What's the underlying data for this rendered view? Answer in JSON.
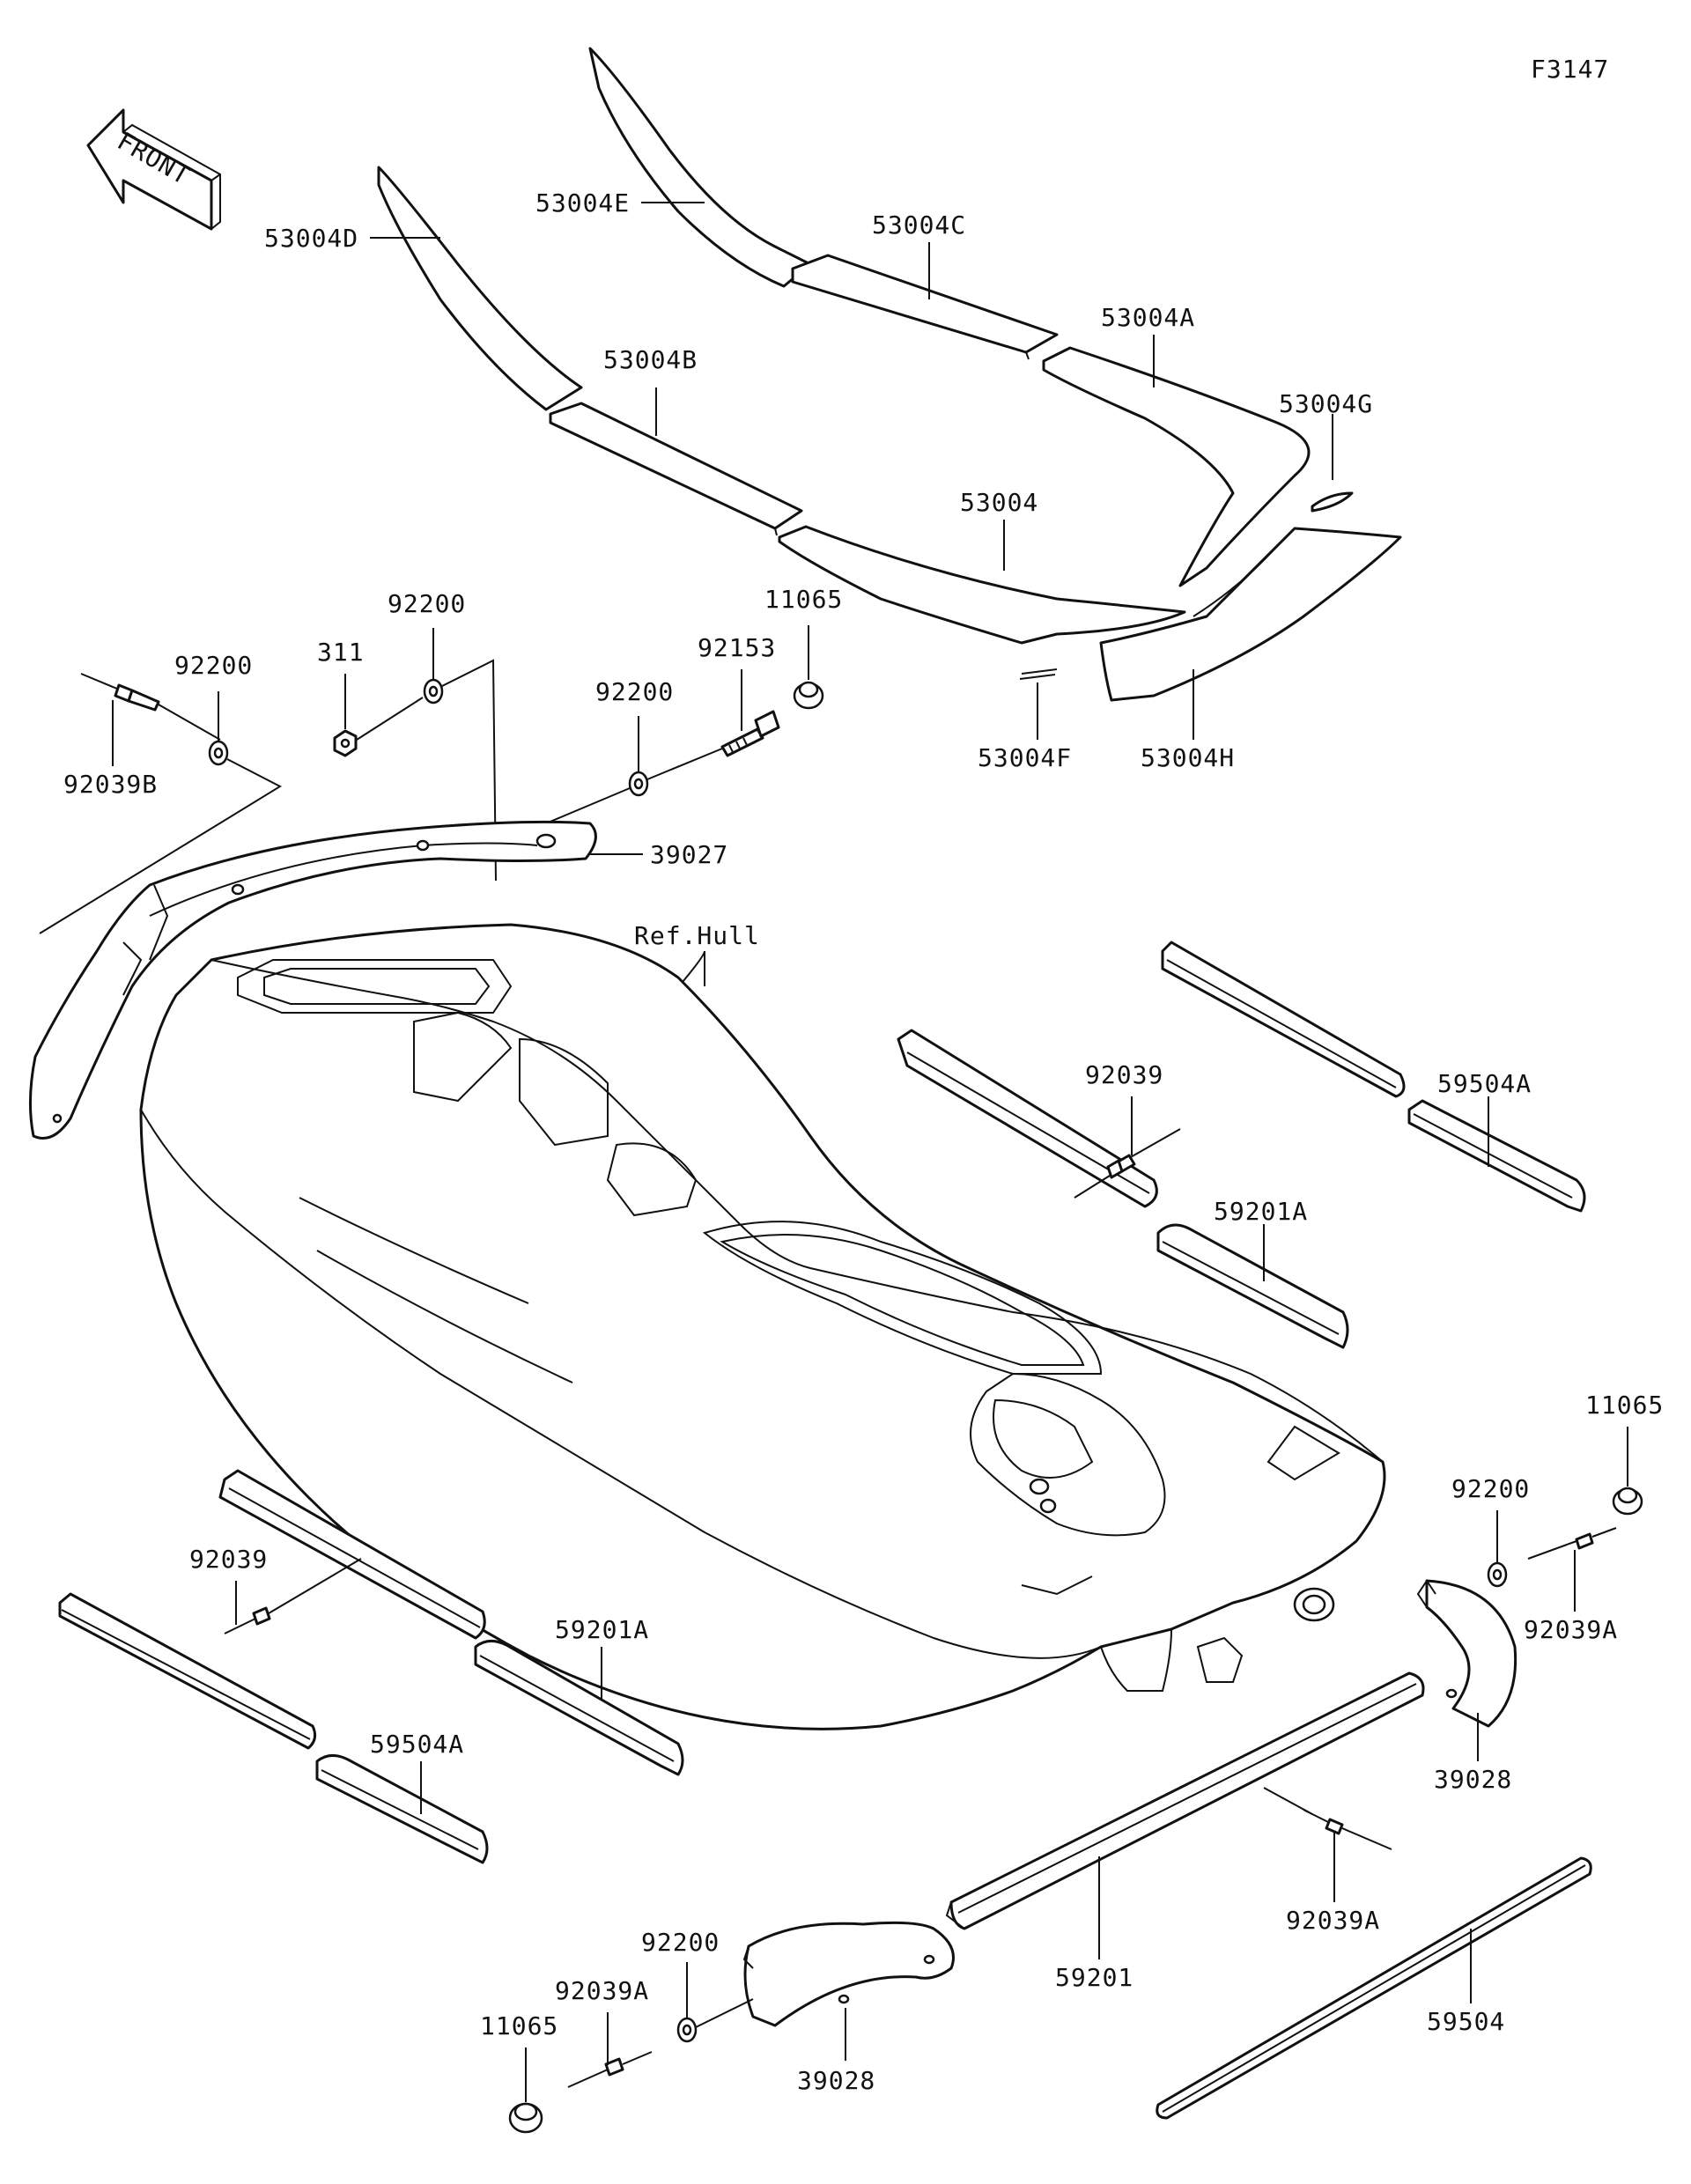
{
  "figure_code": "F3147",
  "front_label": "FRONT",
  "callouts": {
    "c_53004E": "53004E",
    "c_53004D": "53004D",
    "c_53004C": "53004C",
    "c_53004A": "53004A",
    "c_53004B": "53004B",
    "c_53004G": "53004G",
    "c_53004": "53004",
    "c_53004F": "53004F",
    "c_53004H": "53004H",
    "c_11065_top": "11065",
    "c_92153": "92153",
    "c_92200_a": "92200",
    "c_92200_b": "92200",
    "c_92200_c": "92200",
    "c_311": "311",
    "c_92039B": "92039B",
    "c_39027": "39027",
    "c_refhull": "Ref.Hull",
    "c_92039_top": "92039",
    "c_59504A_top": "59504A",
    "c_59201A_top": "59201A",
    "c_11065_right": "11065",
    "c_92200_right": "92200",
    "c_92039A_right": "92039A",
    "c_39028_right": "39028",
    "c_92039_left": "92039",
    "c_59201A_left": "59201A",
    "c_59504A_left": "59504A",
    "c_92039A_mid": "92039A",
    "c_59201": "59201",
    "c_59504": "59504",
    "c_92200_bottom": "92200",
    "c_92039A_bottom": "92039A",
    "c_11065_bottom": "11065",
    "c_39028_bottom": "39028"
  }
}
